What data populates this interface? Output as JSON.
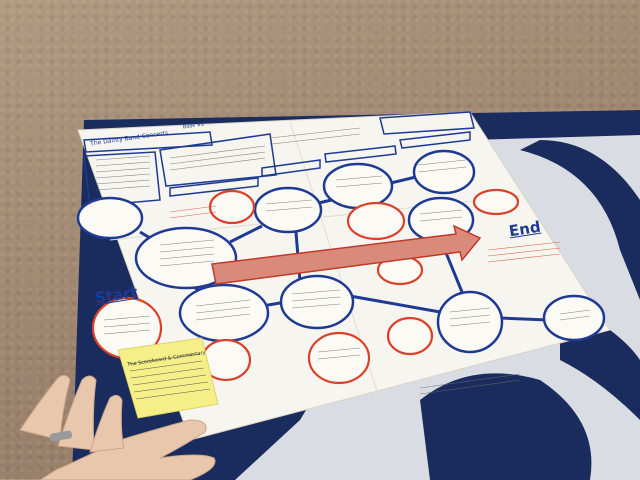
{
  "scene": {
    "labels": {
      "start": "Start",
      "end": "End",
      "poster_title": "The Dainty Band Concerts",
      "board_label": "Book #2",
      "sticky_title": "The Scoreboard & Commentary"
    }
  },
  "colors": {
    "carpet": "#a68e77",
    "rug_navy": "#1a2c5e",
    "rug_pattern": "#d9dde3",
    "poster": "#f7f5ef",
    "ink_blue": "#1f3a93",
    "ink_red": "#d9412a",
    "arrow_fill": "#d98a7a",
    "sticky_note": "#f6ee86",
    "skin": "#e8c7ad"
  }
}
